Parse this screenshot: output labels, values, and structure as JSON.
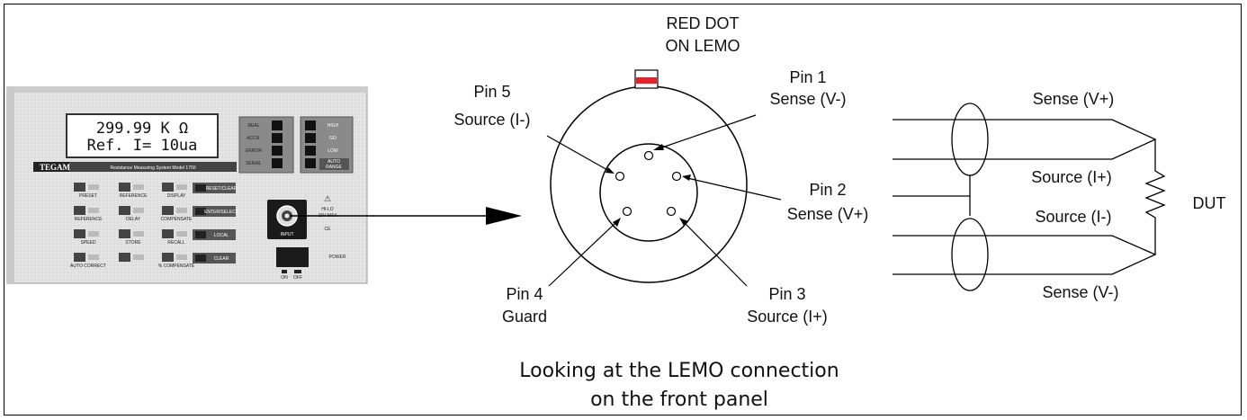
{
  "device": {
    "brand": "TEGAM",
    "model_title": "Resistance Measuring System Model 1750",
    "display_line1": "299.99 K Ω",
    "display_line2": "Ref. I= 10ua",
    "status_labels": [
      "REAL",
      "ACCR.",
      "ERROR",
      "SERIAL"
    ],
    "range_labels": [
      "HIGH",
      "GO",
      "LOW"
    ],
    "auto_range": [
      "AUTO",
      "RANGE"
    ],
    "input_label": "INPUT",
    "power_label": "POWER",
    "power_on": "ON",
    "power_off": "OFF",
    "hi_lo": "HI-LO",
    "max_v": "15V MAX",
    "ce": "CE",
    "keypad": [
      [
        "PRESET",
        "REFERENCE",
        "DISPLAY"
      ],
      [
        "REFERENCE",
        "DELAY",
        "COMPENSATE"
      ],
      [
        "SPEED",
        "STORE",
        "RECALL"
      ],
      [
        "AUTO CORRECT",
        "",
        "% COMPENSATE"
      ]
    ],
    "side_keys": [
      "RESET/CLEAR",
      "ENTER/SELECT",
      "LOCAL",
      "CLEAR"
    ]
  },
  "lemo": {
    "red_dot_label": [
      "RED DOT",
      "ON LEMO"
    ],
    "red_dot_color": "#e8212a",
    "pins": {
      "pin1": [
        "Pin 1",
        "Sense (V-)"
      ],
      "pin2": [
        "Pin 2",
        "Sense (V+)"
      ],
      "pin3": [
        "Pin 3",
        "Source (I+)"
      ],
      "pin4": [
        "Pin 4",
        "Guard"
      ],
      "pin5": [
        "Pin 5",
        "Source (I-)"
      ]
    }
  },
  "circuit": {
    "sense_vplus": "Sense (V+)",
    "source_iplus": "Source (I+)",
    "source_iminus": "Source (I-)",
    "sense_vminus": "Sense (V-)",
    "dut": "DUT"
  },
  "caption": [
    "Looking at the LEMO connection",
    "on the front panel"
  ]
}
